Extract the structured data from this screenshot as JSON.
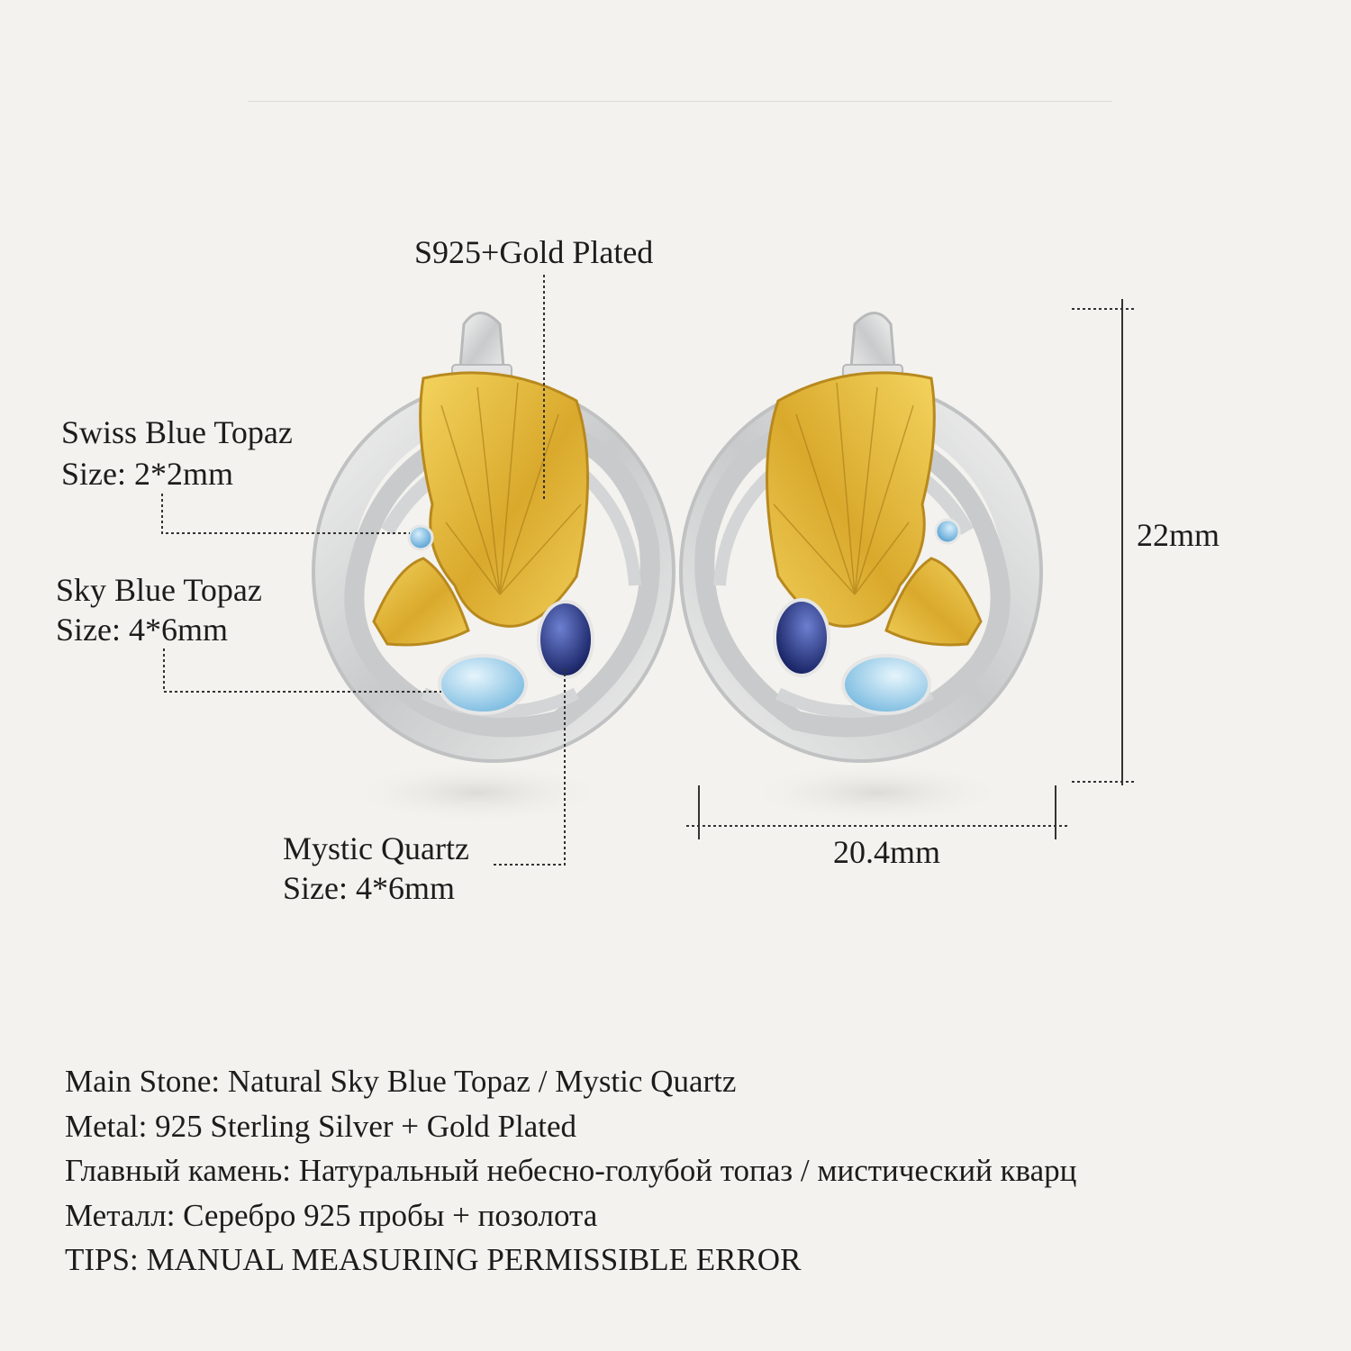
{
  "labels": {
    "metal_callout": "S925+Gold Plated",
    "swiss_topaz_name": "Swiss Blue Topaz",
    "swiss_topaz_size": "Size: 2*2mm",
    "sky_topaz_name": "Sky Blue Topaz",
    "sky_topaz_size": "Size: 4*6mm",
    "mystic_quartz_name": "Mystic Quartz",
    "mystic_quartz_size": "Size: 4*6mm"
  },
  "dimensions": {
    "height": "22mm",
    "width": "20.4mm"
  },
  "specs": [
    "Main Stone: Natural Sky Blue Topaz / Mystic Quartz",
    "Metal: 925 Sterling Silver + Gold Plated",
    "Главный камень: Натуральный небесно-голубой топаз / мистический кварц",
    "Металл: Серебро 925 пробы + позолота",
    "TIPS: MANUAL MEASURING PERMISSIBLE ERROR"
  ],
  "colors": {
    "background": "#f3f2ee",
    "silver": "#d9dadb",
    "gold": "#e2b93b",
    "swiss_blue_topaz": "#7fc0e6",
    "sky_blue_topaz": "#a9d7ee",
    "mystic_quartz": "#1f2f86"
  }
}
